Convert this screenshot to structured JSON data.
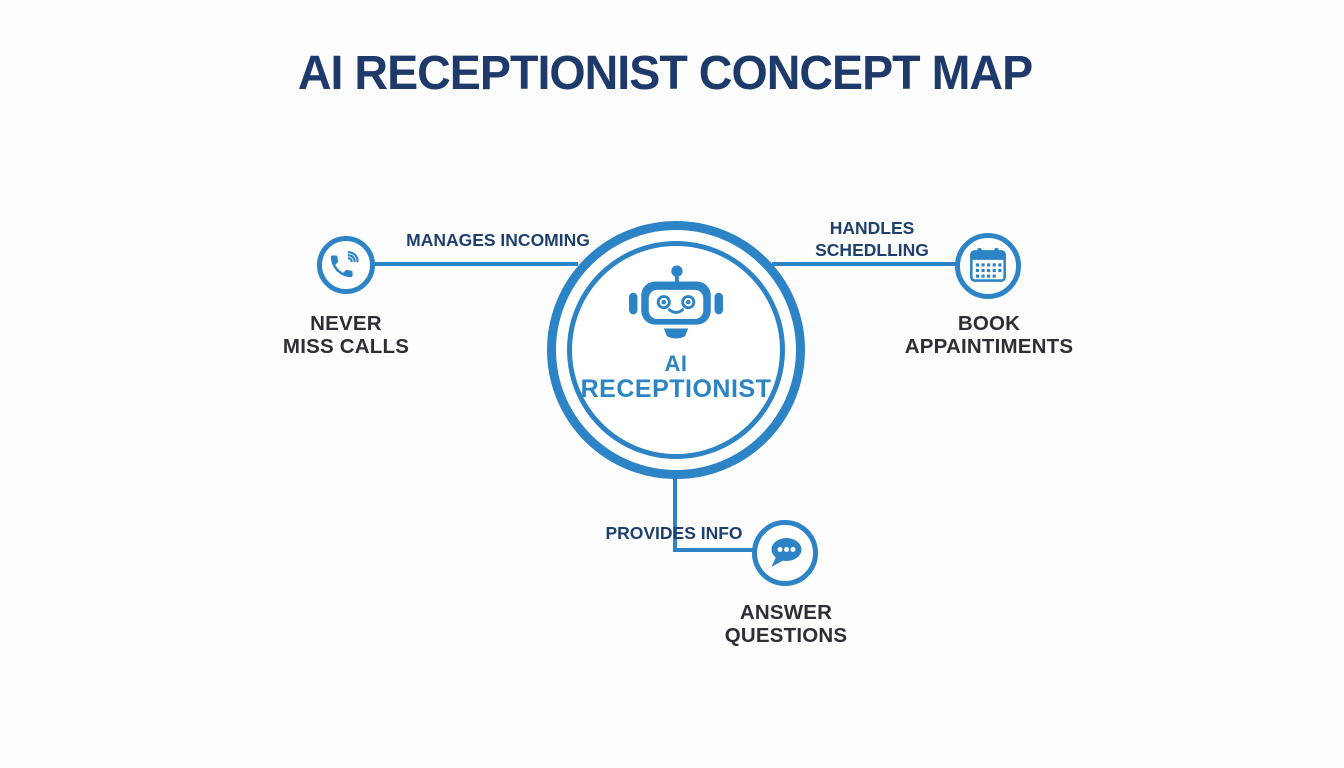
{
  "title": "AI RECEPTIONIST CONCEPT MAP",
  "colors": {
    "accent_blue": "#2c84c6",
    "navy_text": "#1f3f6e",
    "dark_text": "#2e2e36",
    "background": "#fdfdfd"
  },
  "center_node": {
    "icon": "robot-icon",
    "line1": "AI",
    "line2": "RECEPTIONIST"
  },
  "nodes": {
    "calls": {
      "icon": "phone-icon",
      "edge_label": "MANAGES INCOMING",
      "line1": "NEVER",
      "line2": "MISS CALLS"
    },
    "appointments": {
      "icon": "calendar-icon",
      "edge_line1": "HANDLES",
      "edge_line2": "SCHEDLLING",
      "line1": "BOOK",
      "line2": "APPAINTIMENTS"
    },
    "questions": {
      "icon": "chat-icon",
      "edge_label": "PROVIDES INFO",
      "line1": "ANSWER",
      "line2": "QUESTIONS"
    }
  }
}
